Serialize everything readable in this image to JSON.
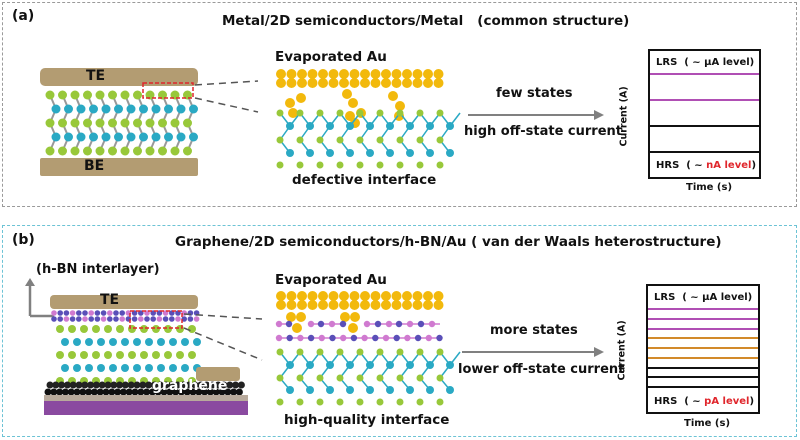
{
  "panel_a": {
    "label": "(a)",
    "title": "Metal/2D semiconductors/Metal   (common structure)",
    "device": {
      "top_electrode": "TE",
      "bottom_electrode": "BE"
    },
    "zoom_title": "Evaporated Au",
    "zoom_caption": "defective interface",
    "arrow_top": "few states",
    "arrow_bottom": "high off-state current",
    "chart": {
      "ylabel": "Current (A)",
      "xlabel": "Time (s)",
      "lrs_prefix": "LRS  ( ~ ",
      "lrs_level": "µA level)",
      "hrs_prefix": "HRS  ( ~ ",
      "hrs_level": "nA level",
      "hrs_suffix": ")",
      "levels": [
        {
          "color": "#b04fb4"
        },
        {
          "color": "#b04fb4"
        },
        {
          "color": "#111111"
        },
        {
          "color": "#111111"
        }
      ]
    }
  },
  "panel_b": {
    "label": "(b)",
    "title": "Graphene/2D semiconductors/h-BN/Au ( van der Waals heterostructure)",
    "interlayer_label": "(h-BN interlayer)",
    "device": {
      "top_electrode": "TE",
      "bottom_layer": "graphene"
    },
    "zoom_title": "Evaporated Au",
    "zoom_caption": "high-quality interface",
    "arrow_top": "more states",
    "arrow_bottom": "lower off-state current",
    "chart": {
      "ylabel": "Current (A)",
      "xlabel": "Time (s)",
      "lrs_prefix": "LRS  ( ~ ",
      "lrs_level": "µA level)",
      "hrs_prefix": "HRS  ( ~ ",
      "hrs_level": "pA level",
      "hrs_suffix": ")",
      "levels": [
        {
          "color": "#b04fb4"
        },
        {
          "color": "#b04fb4"
        },
        {
          "color": "#b04fb4"
        },
        {
          "color": "#d28a2a"
        },
        {
          "color": "#d28a2a"
        },
        {
          "color": "#d28a2a"
        },
        {
          "color": "#111111"
        },
        {
          "color": "#111111"
        },
        {
          "color": "#111111"
        }
      ]
    }
  },
  "colors": {
    "au": "#f2b90c",
    "mo": "#2aa9c4",
    "s": "#98c83a",
    "b_atom": "#d07ad0",
    "n_atom": "#5a4fb8",
    "electrode": "#b39c72",
    "substrate": "#8a4aa0",
    "accent_red": "#e0262c"
  }
}
